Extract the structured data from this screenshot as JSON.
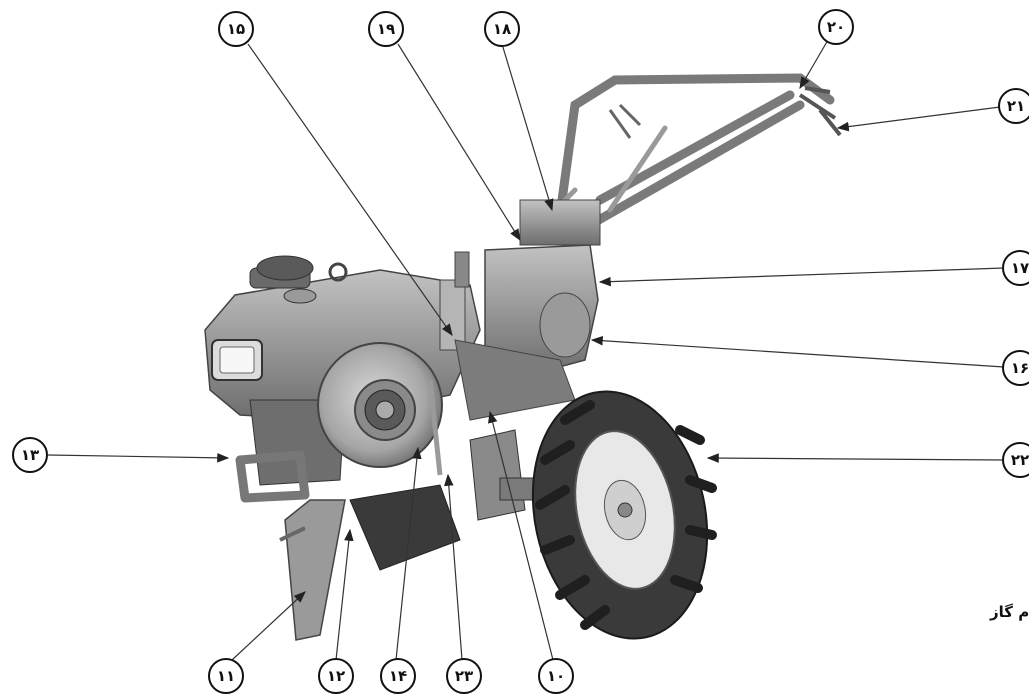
{
  "callouts": [
    {
      "id": "c15",
      "label": "۱۵"
    },
    {
      "id": "c19",
      "label": "۱۹"
    },
    {
      "id": "c18",
      "label": "۱۸"
    },
    {
      "id": "c20",
      "label": "۲۰"
    },
    {
      "id": "c21",
      "label": "۲۱"
    },
    {
      "id": "c17",
      "label": "۱۷"
    },
    {
      "id": "c16",
      "label": "۱۶"
    },
    {
      "id": "c22",
      "label": "۲۲"
    },
    {
      "id": "c13",
      "label": "۱۳"
    },
    {
      "id": "c11",
      "label": "۱۱"
    },
    {
      "id": "c12",
      "label": "۱۲"
    },
    {
      "id": "c14",
      "label": "۱۴"
    },
    {
      "id": "c23",
      "label": "۲۳"
    },
    {
      "id": "c10",
      "label": "۱۰"
    }
  ],
  "side_text": "م گاز",
  "colors": {
    "body": "#8a8a8a",
    "body_dark": "#5e5e5e",
    "body_light": "#b9b9b9",
    "tire": "#3a3a3a",
    "rim": "#e8e8e8",
    "line": "#555555"
  }
}
